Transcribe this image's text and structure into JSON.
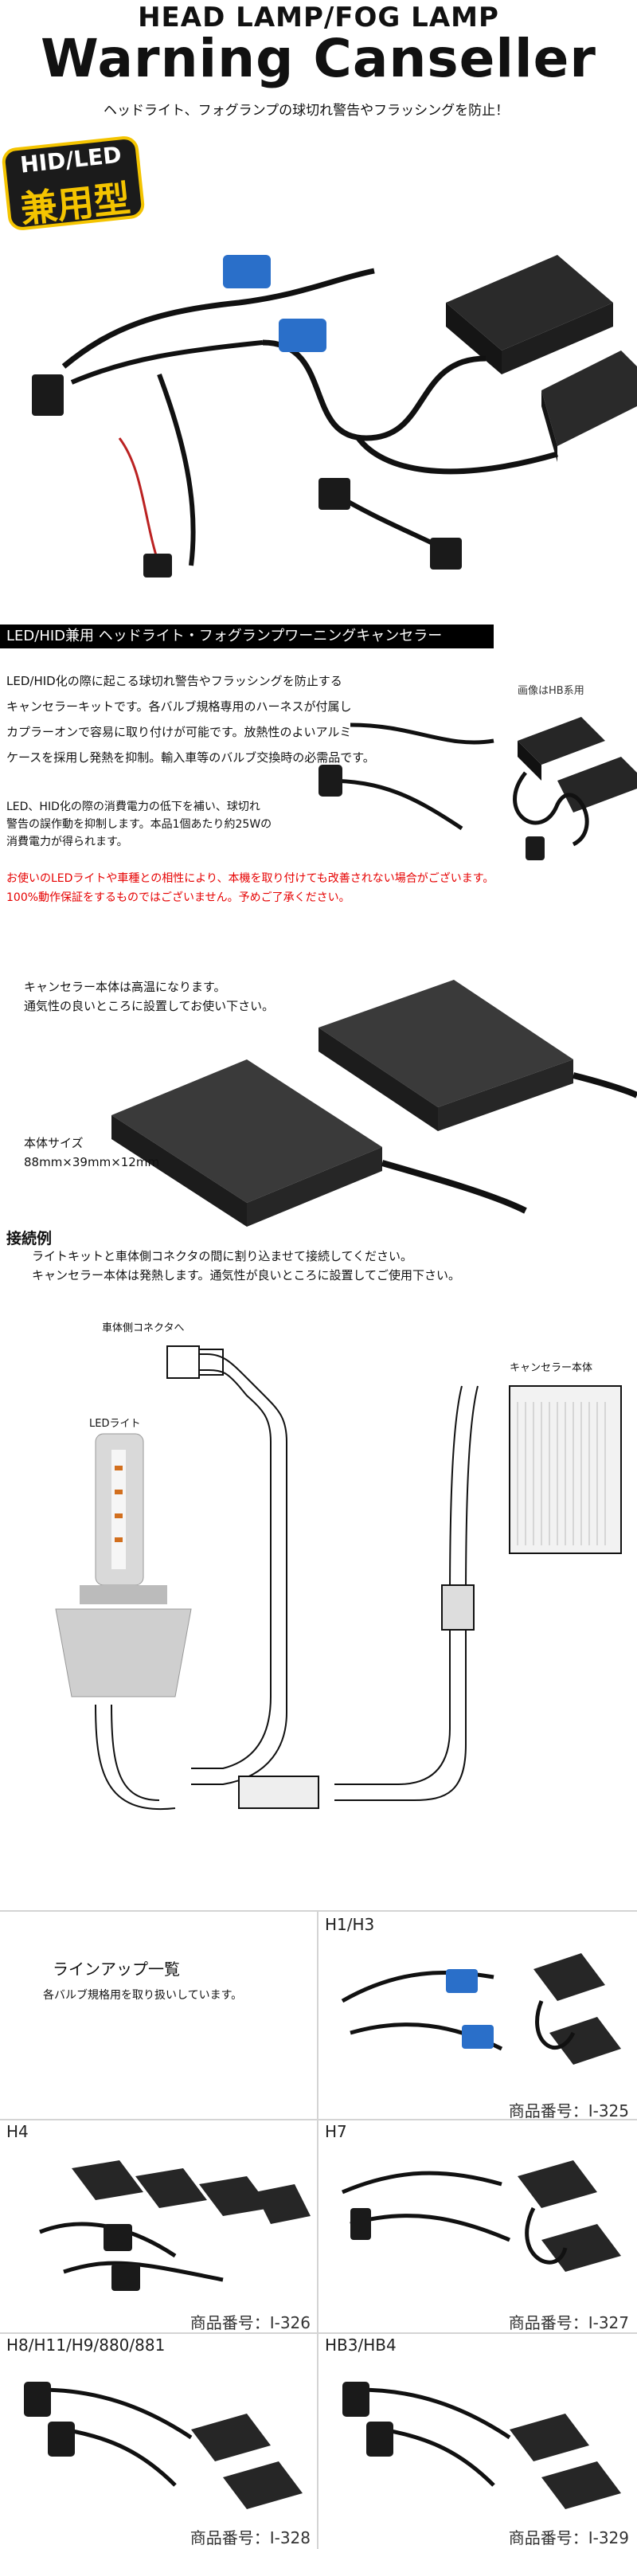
{
  "hero": {
    "subtitle": "HEAD LAMP/FOG LAMP",
    "title": "Warning Canseller",
    "tagline": "ヘッドライト、フォグランプの球切れ警告やフラッシングを防止！",
    "badge_line1": "HID/LED",
    "badge_line2": "兼用型"
  },
  "intro": {
    "bar_title": "LED/HID兼用 ヘッドライト・フォグランプワーニングキャンセラー",
    "image_note": "画像はHB系用",
    "lines": [
      "LED/HID化の際に起こる球切れ警告やフラッシングを防止する",
      "キャンセラーキットです。各バルブ規格専用のハーネスが付属し",
      "カプラーオンで容易に取り付けが可能です。放熱性のよいアルミ",
      "ケースを採用し発熱を抑制。輸入車等のバルブ交換時の必需品です。"
    ],
    "lines2": [
      "LED、HID化の際の消費電力の低下を補い、球切れ",
      "警告の誤作動を抑制します。本品1個あたり約25Wの",
      "消費電力が得られます。"
    ],
    "warning_lines": [
      "お使いのLEDライトや車種との相性により、本機を取り付けても改善されない場合がございます。",
      "100%動作保証をするものではございません。予めご了承ください。"
    ]
  },
  "closeup": {
    "note_lines": [
      "キャンセラー本体は高温になります。",
      "通気性の良いところに設置してお使い下さい。"
    ],
    "size_label": "本体サイズ",
    "size_value": "88mm×39mm×12mm"
  },
  "connection": {
    "heading": "接続例",
    "lines": [
      "ライトキットと車体側コネクタの間に割り込ませて接続してください。",
      "キャンセラー本体は発熱します。通気性が良いところに設置してご使用下さい。"
    ],
    "label_vehicle_connector": "車体側コネクタへ",
    "label_led": "LEDライト",
    "label_canceller": "キャンセラー本体"
  },
  "lineup": {
    "title": "ラインアップ一覧",
    "subtitle": "各バルブ規格用を取り扱いしています。",
    "items": [
      {
        "name": "H1/H3",
        "product_no": "商品番号：I-325"
      },
      {
        "name": "H4",
        "product_no": "商品番号：I-326"
      },
      {
        "name": "H7",
        "product_no": "商品番号：I-327"
      },
      {
        "name": "H8/H11/H9/880/881",
        "product_no": "商品番号：I-328"
      },
      {
        "name": "HB3/HB4",
        "product_no": "商品番号：I-329"
      }
    ]
  },
  "colors": {
    "badge_bg": "#1b1b1b",
    "badge_border": "#f4c400",
    "warning_text": "#e60000",
    "bar_bg": "#000000",
    "connector_blue": "#2a6fc9"
  }
}
